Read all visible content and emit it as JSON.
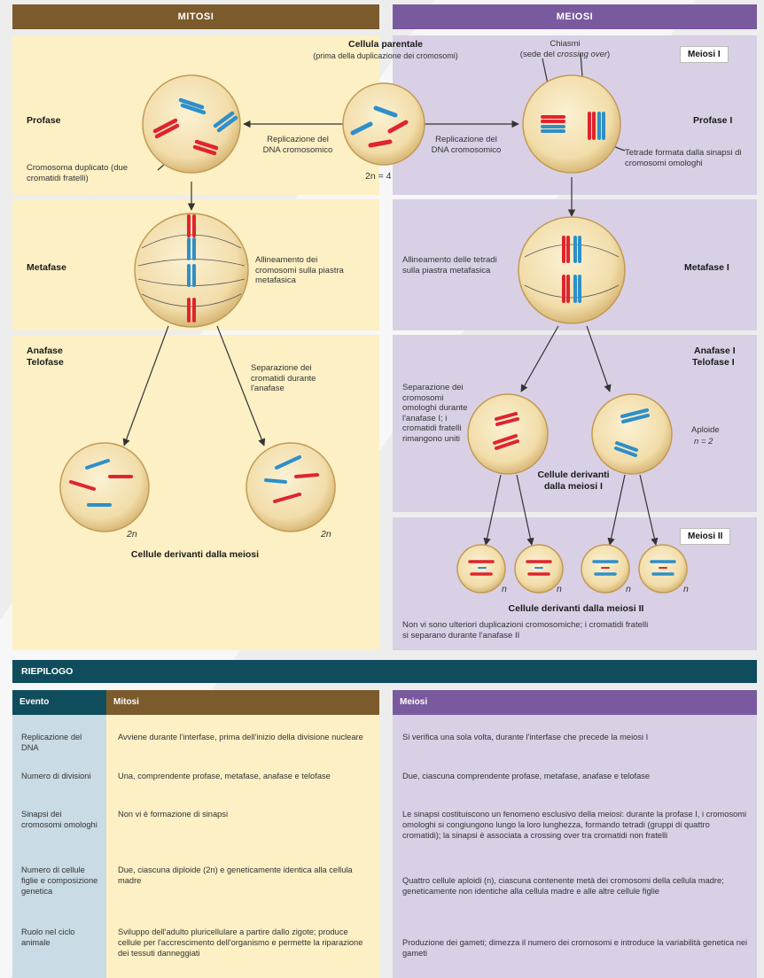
{
  "headers": {
    "mitosis": "MITOSI",
    "meiosis": "MEIOSI"
  },
  "colors": {
    "mitosis_header": "#7b5b2c",
    "meiosis_header": "#7a5a9e",
    "summary_header": "#0f4d5c",
    "mitosis_bg": "#fcf0c4",
    "meiosis_bg": "#d9d0e6",
    "event_bg": "#c9dbe4",
    "chrom_red": "#e0242e",
    "chrom_blue": "#2e8fc9",
    "cell_fill": "#f4e3b6"
  },
  "parent": {
    "title": "Cellula parentale",
    "subtitle": "(prima della duplicazione dei cromosomi)",
    "ploidy": "2n = 4"
  },
  "replication_left": "Replicazione del DNA cromosomico",
  "replication_right": "Replicazione del DNA cromosomico",
  "chiasmi": {
    "line1": "Chiasmi",
    "line2": "(sede del ",
    "italic": "crossing over",
    "line3": ")"
  },
  "mitosis": {
    "profase": "Profase",
    "duplicated": "Cromosoma duplicato (due cromatidi fratelli)",
    "metafase": "Metafase",
    "alignment": "Allineamento dei cromosomi sulla piastra metafasica",
    "anafase": "Anafase",
    "telofase": "Telofase",
    "separation": "Separazione dei cromatidi durante l'anafase",
    "ploidy_left": "2n",
    "ploidy_right": "2n",
    "result": "Cellule derivanti dalla meiosi"
  },
  "meiosis": {
    "label_I": "Meiosi I",
    "profase_I": "Profase I",
    "tetrad": "Tetrade formata dalla sinapsi di cromosomi omologhi",
    "metafase_I": "Metafase I",
    "alignment_tetrads": "Allineamento delle tetradi sulla piastra metafasica",
    "anafase_I": "Anafase I",
    "telofase_I": "Telofase I",
    "separation_homologs": "Separazione dei cromosomi omologhi durante l'anafase I; i cromatidi fratelli rimangono uniti",
    "haploid": "Aploide",
    "haploid_n": "n = 2",
    "derived_I": "Cellule derivanti dalla meiosi I",
    "label_II": "Meiosi II",
    "n_labels": [
      "n",
      "n",
      "n",
      "n"
    ],
    "derived_II": "Cellule derivanti dalla meiosi II",
    "note": "Non vi sono ulteriori duplicazioni cromosomiche; i cromatidi fratelli si separano durante l'anafase II"
  },
  "summary": {
    "title": "RIEPILOGO",
    "col_event": "Evento",
    "col_mitosis": "Mitosi",
    "col_meiosis": "Meiosi",
    "rows": [
      {
        "event": "Replicazione del DNA",
        "mitosis": "Avviene durante l'interfase, prima dell'inizio della divisione nucleare",
        "meiosis": "Si verifica una sola volta, durante l'interfase che precede la meiosi I"
      },
      {
        "event": "Numero di divisioni",
        "mitosis": "Una, comprendente profase, metafase, anafase e telofase",
        "meiosis": "Due, ciascuna comprendente profase, metafase, anafase e telofase"
      },
      {
        "event": "Sinapsi dei cromosomi omologhi",
        "mitosis": "Non vi è formazione di sinapsi",
        "meiosis": "Le sinapsi costituiscono un fenomeno esclusivo della meiosi: durante la profase I, i cromosomi omologhi si congiungono lungo la loro lunghezza, formando tetradi (gruppi di quattro cromatidi); la sinapsi è associata a crossing over tra cromatidi non fratelli"
      },
      {
        "event": "Numero di cellule figlie e composizione genetica",
        "mitosis": "Due, ciascuna diploide (2n) e geneticamente identica alla cellula madre",
        "meiosis": "Quattro cellule aploidi (n), ciascuna contenente metà dei cromosomi della cellula madre; geneticamente non identiche alla cellula madre e alle altre cellule figlie"
      },
      {
        "event": "Ruolo nel ciclo animale",
        "mitosis": "Sviluppo dell'adulto pluricellulare a partire dallo zigote; produce cellule per l'accrescimento dell'organismo e permette la riparazione dei tessuti danneggiati",
        "meiosis": "Produzione dei gameti; dimezza il numero dei cromosomi e introduce la variabilità genetica nei gameti"
      }
    ]
  }
}
